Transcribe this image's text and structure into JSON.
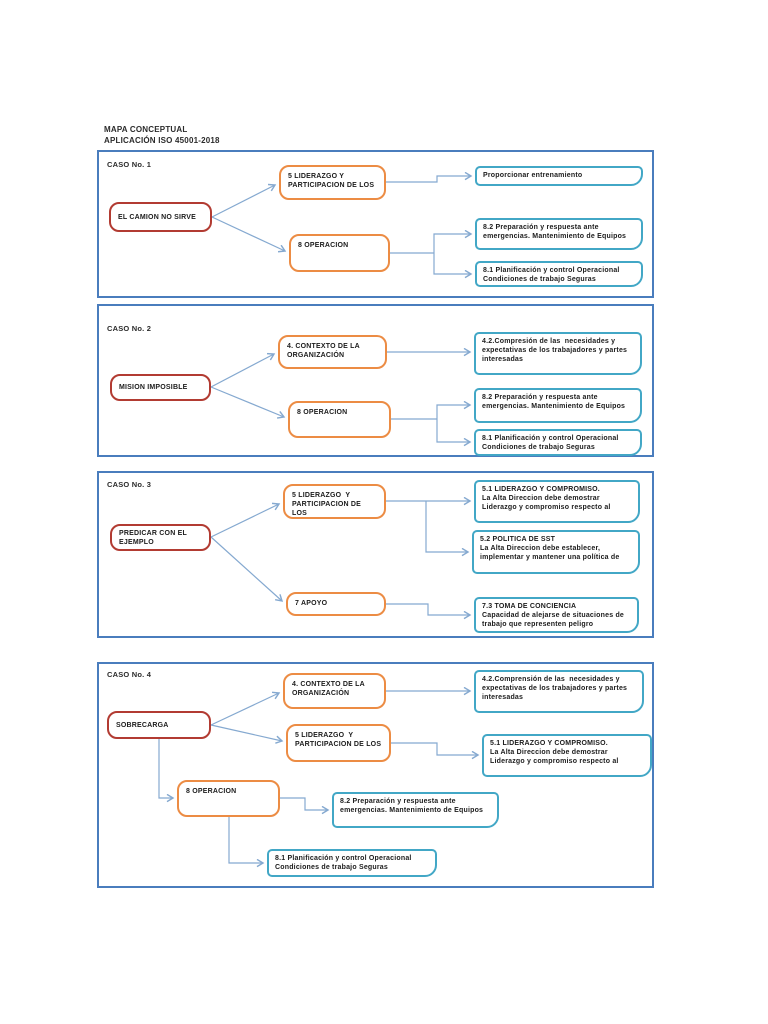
{
  "title": {
    "line1": "MAPA CONCEPTUAL",
    "line2": "APLICACIÓN ISO 45001-2018"
  },
  "colors": {
    "container_border": "#4a7dbd",
    "source_box_border": "#b23b32",
    "clause_box_border": "#ec8c44",
    "outcome_box_border": "#42a7c6",
    "connector": "#85a9d0"
  },
  "cases": [
    {
      "label": "CASO No. 1",
      "source": "EL CAMION NO SIRVE",
      "clauses": [
        "5 LIDERAZGO Y\nPARTICIPACION DE LOS",
        "8 OPERACION"
      ],
      "outcomes": [
        "Proporcionar entrenamiento",
        "8.2 Preparación y respuesta ante\nemergencias. Mantenimiento de Equipos",
        "8.1 Planificación y control Operacional\nCondiciones de trabajo Seguras"
      ]
    },
    {
      "label": "CASO No. 2",
      "source": "MISION IMPOSIBLE",
      "clauses": [
        "4. CONTEXTO DE LA\nORGANIZACIÓN",
        "8 OPERACION"
      ],
      "outcomes": [
        "4.2.Compresión de las  necesidades y\nexpectativas de los trabajadores y partes\ninteresadas",
        "8.2 Preparación y respuesta ante\nemergencias. Mantenimiento de Equipos",
        "8.1 Planificación y control Operacional\nCondiciones de trabajo Seguras"
      ]
    },
    {
      "label": "CASO No. 3",
      "source": "PREDICAR CON EL\nEJEMPLO",
      "clauses": [
        "5 LIDERAZGO  Y\nPARTICIPACION DE LOS",
        "7 APOYO"
      ],
      "outcomes": [
        "5.1 LIDERAZGO Y COMPROMISO.\nLa Alta Direccion debe demostrar\nLiderazgo y compromiso respecto al",
        "5.2 POLITICA DE SST\nLa Alta Direccion debe establecer,\nimplementar y mantener una política de",
        "7.3 TOMA DE CONCIENCIA\nCapacidad de alejarse de situaciones de\ntrabajo que representen peligro"
      ]
    },
    {
      "label": "CASO No. 4",
      "source": "SOBRECARGA",
      "clauses": [
        "4. CONTEXTO DE LA\nORGANIZACIÓN",
        "5 LIDERAZGO  Y\nPARTICIPACION DE LOS",
        "8 OPERACION"
      ],
      "outcomes": [
        "4.2.Comprensión de las  necesidades y\nexpectativas de los trabajadores y partes\ninteresadas",
        "5.1 LIDERAZGO Y COMPROMISO.\nLa Alta Direccion debe demostrar\nLiderazgo y compromiso respecto al",
        "8.2 Preparación y respuesta ante\nemergencias. Mantenimiento de Equipos",
        "8.1 Planificación y control Operacional\nCondiciones de trabajo Seguras"
      ]
    }
  ]
}
